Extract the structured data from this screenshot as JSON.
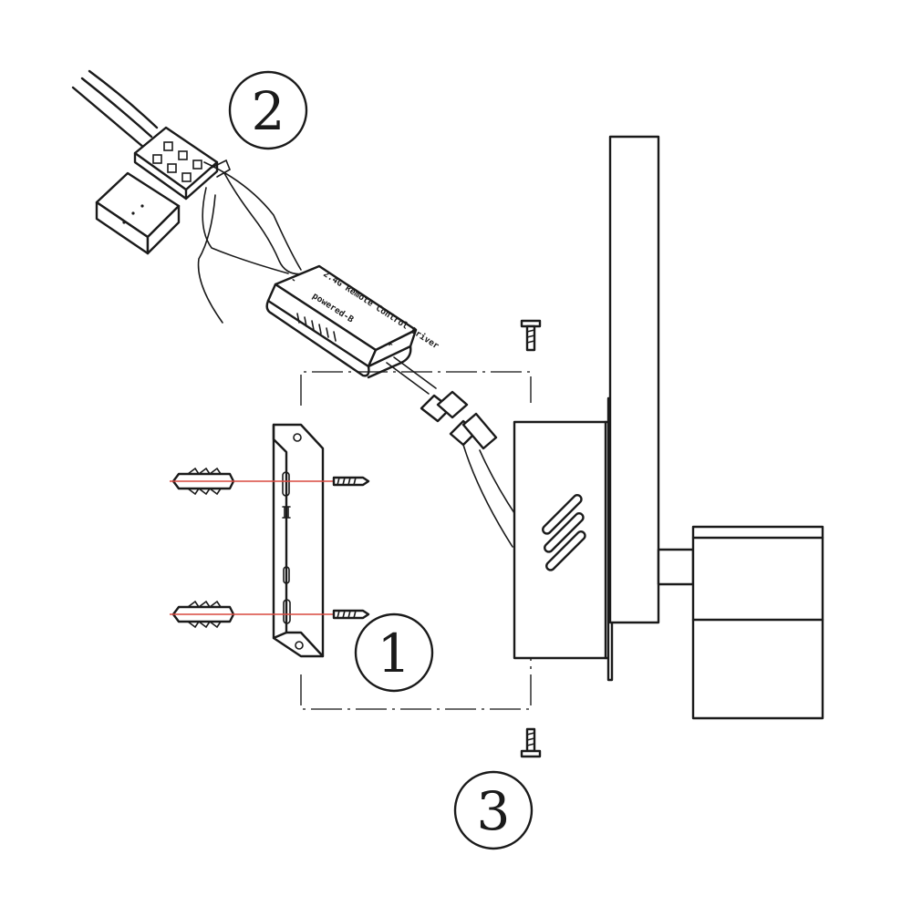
{
  "callouts": [
    {
      "id": "1",
      "label": "1"
    },
    {
      "id": "2",
      "label": "2"
    },
    {
      "id": "3",
      "label": "3"
    }
  ],
  "driver": {
    "line1": "2.4G Remote Control Driver",
    "line2": "powered-B",
    "minus": "-",
    "plus": "+"
  },
  "colors": {
    "line": "#1a1a1a",
    "guide": "#d9483f",
    "background": "#ffffff"
  }
}
